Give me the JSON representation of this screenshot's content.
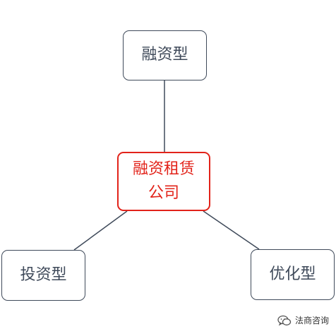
{
  "diagram": {
    "center": {
      "line1": "融资租赁",
      "line2": "公司"
    },
    "nodes": {
      "top": "融资型",
      "left": "投资型",
      "right": "优化型"
    },
    "colors": {
      "center_border": "#e2231a",
      "node_border": "#3f4a5a",
      "edge": "#3f4a5a"
    }
  },
  "watermark": {
    "text": "法商咨询",
    "icon": "wechat-icon"
  }
}
